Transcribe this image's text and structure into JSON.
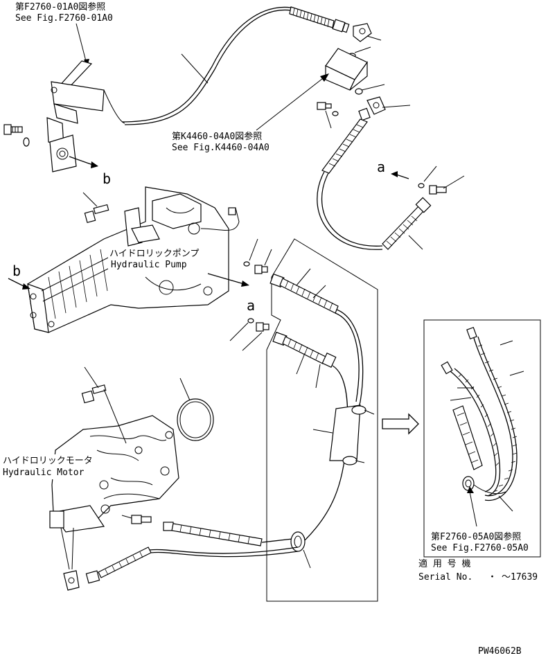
{
  "references": {
    "top_left_ja": "第F2760-01A0図参照",
    "top_left_en": "See Fig.F2760-01A0",
    "middle_ja": "第K4460-04A0図参照",
    "middle_en": "See Fig.K4460-04A0",
    "inset_ja": "第F2760-05A0図参照",
    "inset_en": "See Fig.F2760-05A0"
  },
  "components": {
    "pump_ja": "ハイドロリックポンプ",
    "pump_en": "Hydraulic Pump",
    "motor_ja": "ハイドロリックモータ",
    "motor_en": "Hydraulic Motor"
  },
  "markers": {
    "a_upper": "a",
    "a_lower": "a",
    "b_upper": "b",
    "b_lower": "b"
  },
  "applicability": {
    "label_ja": "適 用 号 機",
    "serial_label": "Serial No.",
    "dot": "・",
    "serial_range": "～17639"
  },
  "figure_code": "PW46062B"
}
